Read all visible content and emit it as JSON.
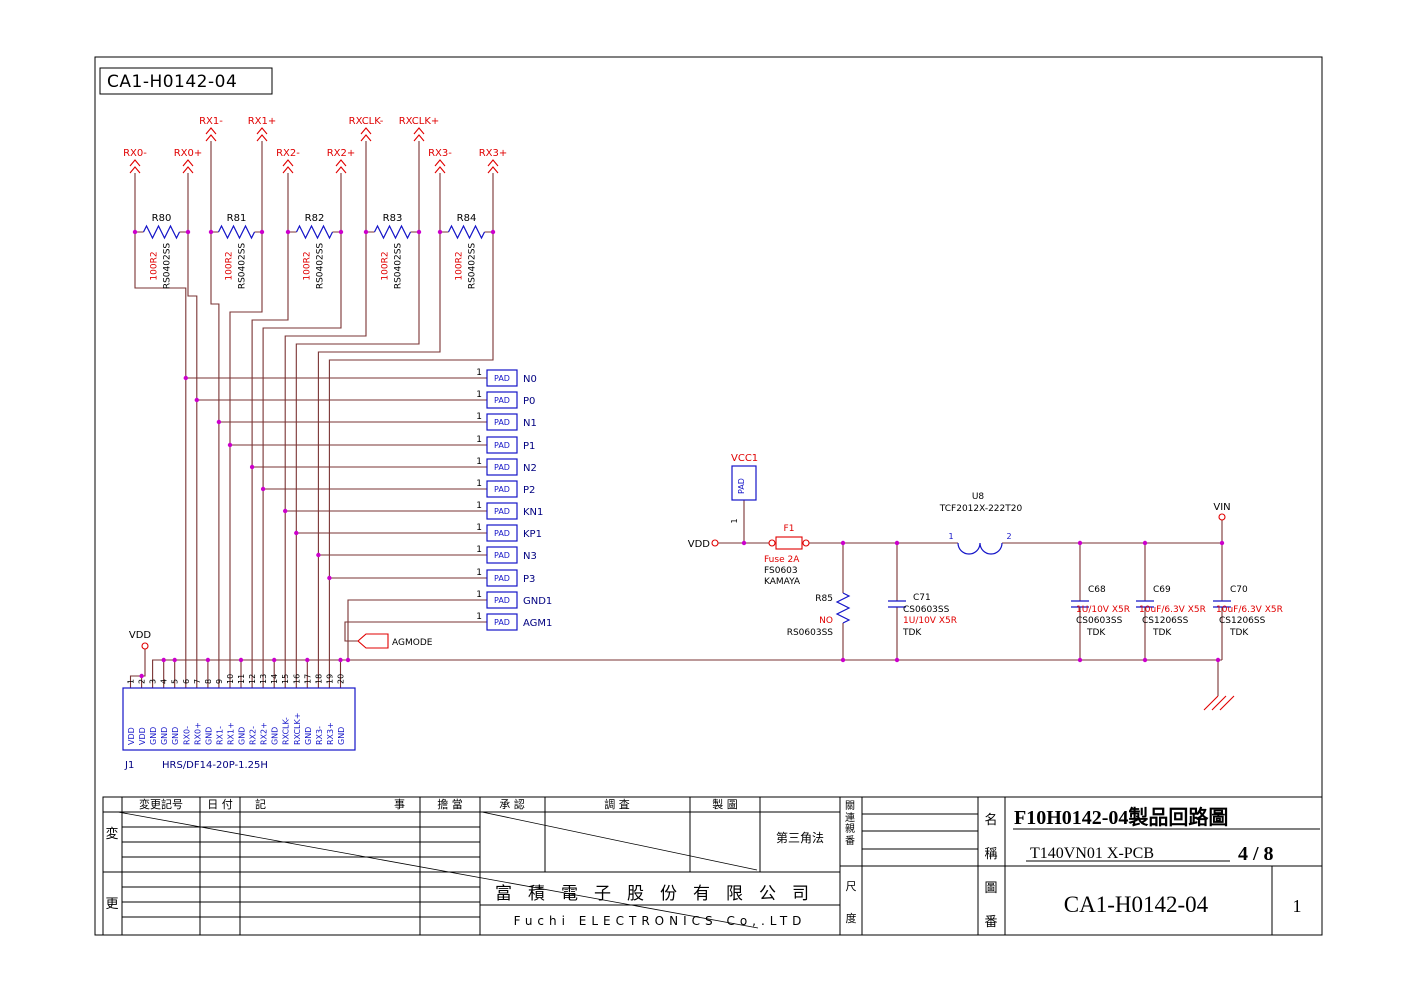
{
  "sheet_title": "CA1-H0142-04",
  "colors": {
    "wire": "#7a3333",
    "component_blue": "#1414c8",
    "symbol_red": "#e00000",
    "net_navy": "#000080",
    "junction_magenta": "#cc00cc"
  },
  "signals": {
    "rx0n": "RX0-",
    "rx0p": "RX0+",
    "rx1n": "RX1-",
    "rx1p": "RX1+",
    "rx2n": "RX2-",
    "rx2p": "RX2+",
    "rxclkn": "RXCLK-",
    "rxclkp": "RXCLK+",
    "rx3n": "RX3-",
    "rx3p": "RX3+"
  },
  "resistors": [
    {
      "ref": "R80",
      "value": "100R2",
      "part": "RS0402SS"
    },
    {
      "ref": "R81",
      "value": "100R2",
      "part": "RS0402SS"
    },
    {
      "ref": "R82",
      "value": "100R2",
      "part": "RS0402SS"
    },
    {
      "ref": "R83",
      "value": "100R2",
      "part": "RS0402SS"
    },
    {
      "ref": "R84",
      "value": "100R2",
      "part": "RS0402SS"
    }
  ],
  "pads": [
    {
      "pin": "1",
      "label": "PAD",
      "net": "N0"
    },
    {
      "pin": "1",
      "label": "PAD",
      "net": "P0"
    },
    {
      "pin": "1",
      "label": "PAD",
      "net": "N1"
    },
    {
      "pin": "1",
      "label": "PAD",
      "net": "P1"
    },
    {
      "pin": "1",
      "label": "PAD",
      "net": "N2"
    },
    {
      "pin": "1",
      "label": "PAD",
      "net": "P2"
    },
    {
      "pin": "1",
      "label": "PAD",
      "net": "KN1"
    },
    {
      "pin": "1",
      "label": "PAD",
      "net": "KP1"
    },
    {
      "pin": "1",
      "label": "PAD",
      "net": "N3"
    },
    {
      "pin": "1",
      "label": "PAD",
      "net": "P3"
    },
    {
      "pin": "1",
      "label": "PAD",
      "net": "GND1"
    },
    {
      "pin": "1",
      "label": "PAD",
      "net": "AGM1"
    }
  ],
  "agmode": "AGMODE",
  "vdd_left": "VDD",
  "connector": {
    "ref": "J1",
    "part": "HRS/DF14-20P-1.25H",
    "pins": [
      {
        "n": "1",
        "name": "VDD"
      },
      {
        "n": "2",
        "name": "VDD"
      },
      {
        "n": "3",
        "name": "GND"
      },
      {
        "n": "4",
        "name": "GND"
      },
      {
        "n": "5",
        "name": "GND"
      },
      {
        "n": "6",
        "name": "RX0-"
      },
      {
        "n": "7",
        "name": "RX0+"
      },
      {
        "n": "8",
        "name": "GND"
      },
      {
        "n": "9",
        "name": "RX1-"
      },
      {
        "n": "10",
        "name": "RX1+"
      },
      {
        "n": "11",
        "name": "GND"
      },
      {
        "n": "12",
        "name": "RX2-"
      },
      {
        "n": "13",
        "name": "RX2+"
      },
      {
        "n": "14",
        "name": "GND"
      },
      {
        "n": "15",
        "name": "RXCLK-"
      },
      {
        "n": "16",
        "name": "RXCLK+"
      },
      {
        "n": "17",
        "name": "GND"
      },
      {
        "n": "18",
        "name": "RX3-"
      },
      {
        "n": "19",
        "name": "RX3+"
      },
      {
        "n": "20",
        "name": "GND"
      }
    ]
  },
  "power": {
    "vcc1": "VCC1",
    "vcc1_pad": "PAD",
    "vcc1_pin": "1",
    "vdd": "VDD",
    "vin": "VIN",
    "f1": {
      "ref": "F1",
      "l1": "Fuse 2A",
      "l2": "FS0603",
      "l3": "KAMAYA"
    },
    "r85": {
      "ref": "R85",
      "value": "NO",
      "part": "RS0603SS"
    },
    "c71": {
      "ref": "C71",
      "part": "CS0603SS",
      "value": "1U/10V X5R",
      "mfr": "TDK"
    },
    "u8": {
      "ref": "U8",
      "part": "TCF2012X-222T20",
      "p1": "1",
      "p2": "2"
    },
    "c68": {
      "ref": "C68",
      "value": "1U/10V X5R",
      "part": "CS0603SS",
      "mfr": "TDK"
    },
    "c69": {
      "ref": "C69",
      "value": "10uF/6.3V X5R",
      "part": "CS1206SS",
      "mfr": "TDK"
    },
    "c70": {
      "ref": "C70",
      "value": "10uF/6.3V X5R",
      "part": "CS1206SS",
      "mfr": "TDK"
    }
  },
  "titleblock": {
    "rev_mark": "変更記号",
    "date": "日 付",
    "note": "記 事",
    "charge": "擔 當",
    "approve": "承 認",
    "check": "調 査",
    "draft": "製 圖",
    "left1": "変",
    "left2": "更",
    "projection": "第三角法",
    "related": "關連親番",
    "scale1": "尺",
    "scale2": "度",
    "name1": "名",
    "name2": "稱",
    "no1": "圖",
    "no2": "番",
    "company_cjk": "富積電子股份有限公司",
    "company_en": "Fuchi ELECTRONICS Co,.LTD",
    "product": "F10H0142-04製品回路圖",
    "model": "T140VN01  X-PCB",
    "page": "4 / 8",
    "drawing_no": "CA1-H0142-04",
    "sheet_no": "1"
  }
}
